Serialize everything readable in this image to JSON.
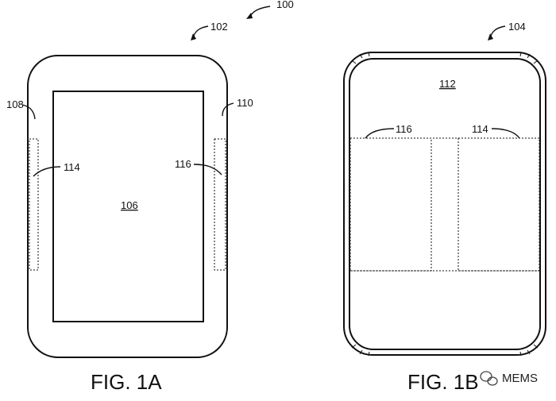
{
  "labels": {
    "assembly": "100",
    "device_front": "102",
    "device_back": "104",
    "display": "106",
    "left_side": "108",
    "right_side": "110",
    "back_panel": "112",
    "left_antenna_front": "114",
    "right_antenna_front": "116",
    "left_antenna_back": "116",
    "right_antenna_back": "114"
  },
  "captions": {
    "fig_a": "FIG. 1A",
    "fig_b": "FIG. 1B"
  },
  "watermark": {
    "text": "MEMS"
  }
}
